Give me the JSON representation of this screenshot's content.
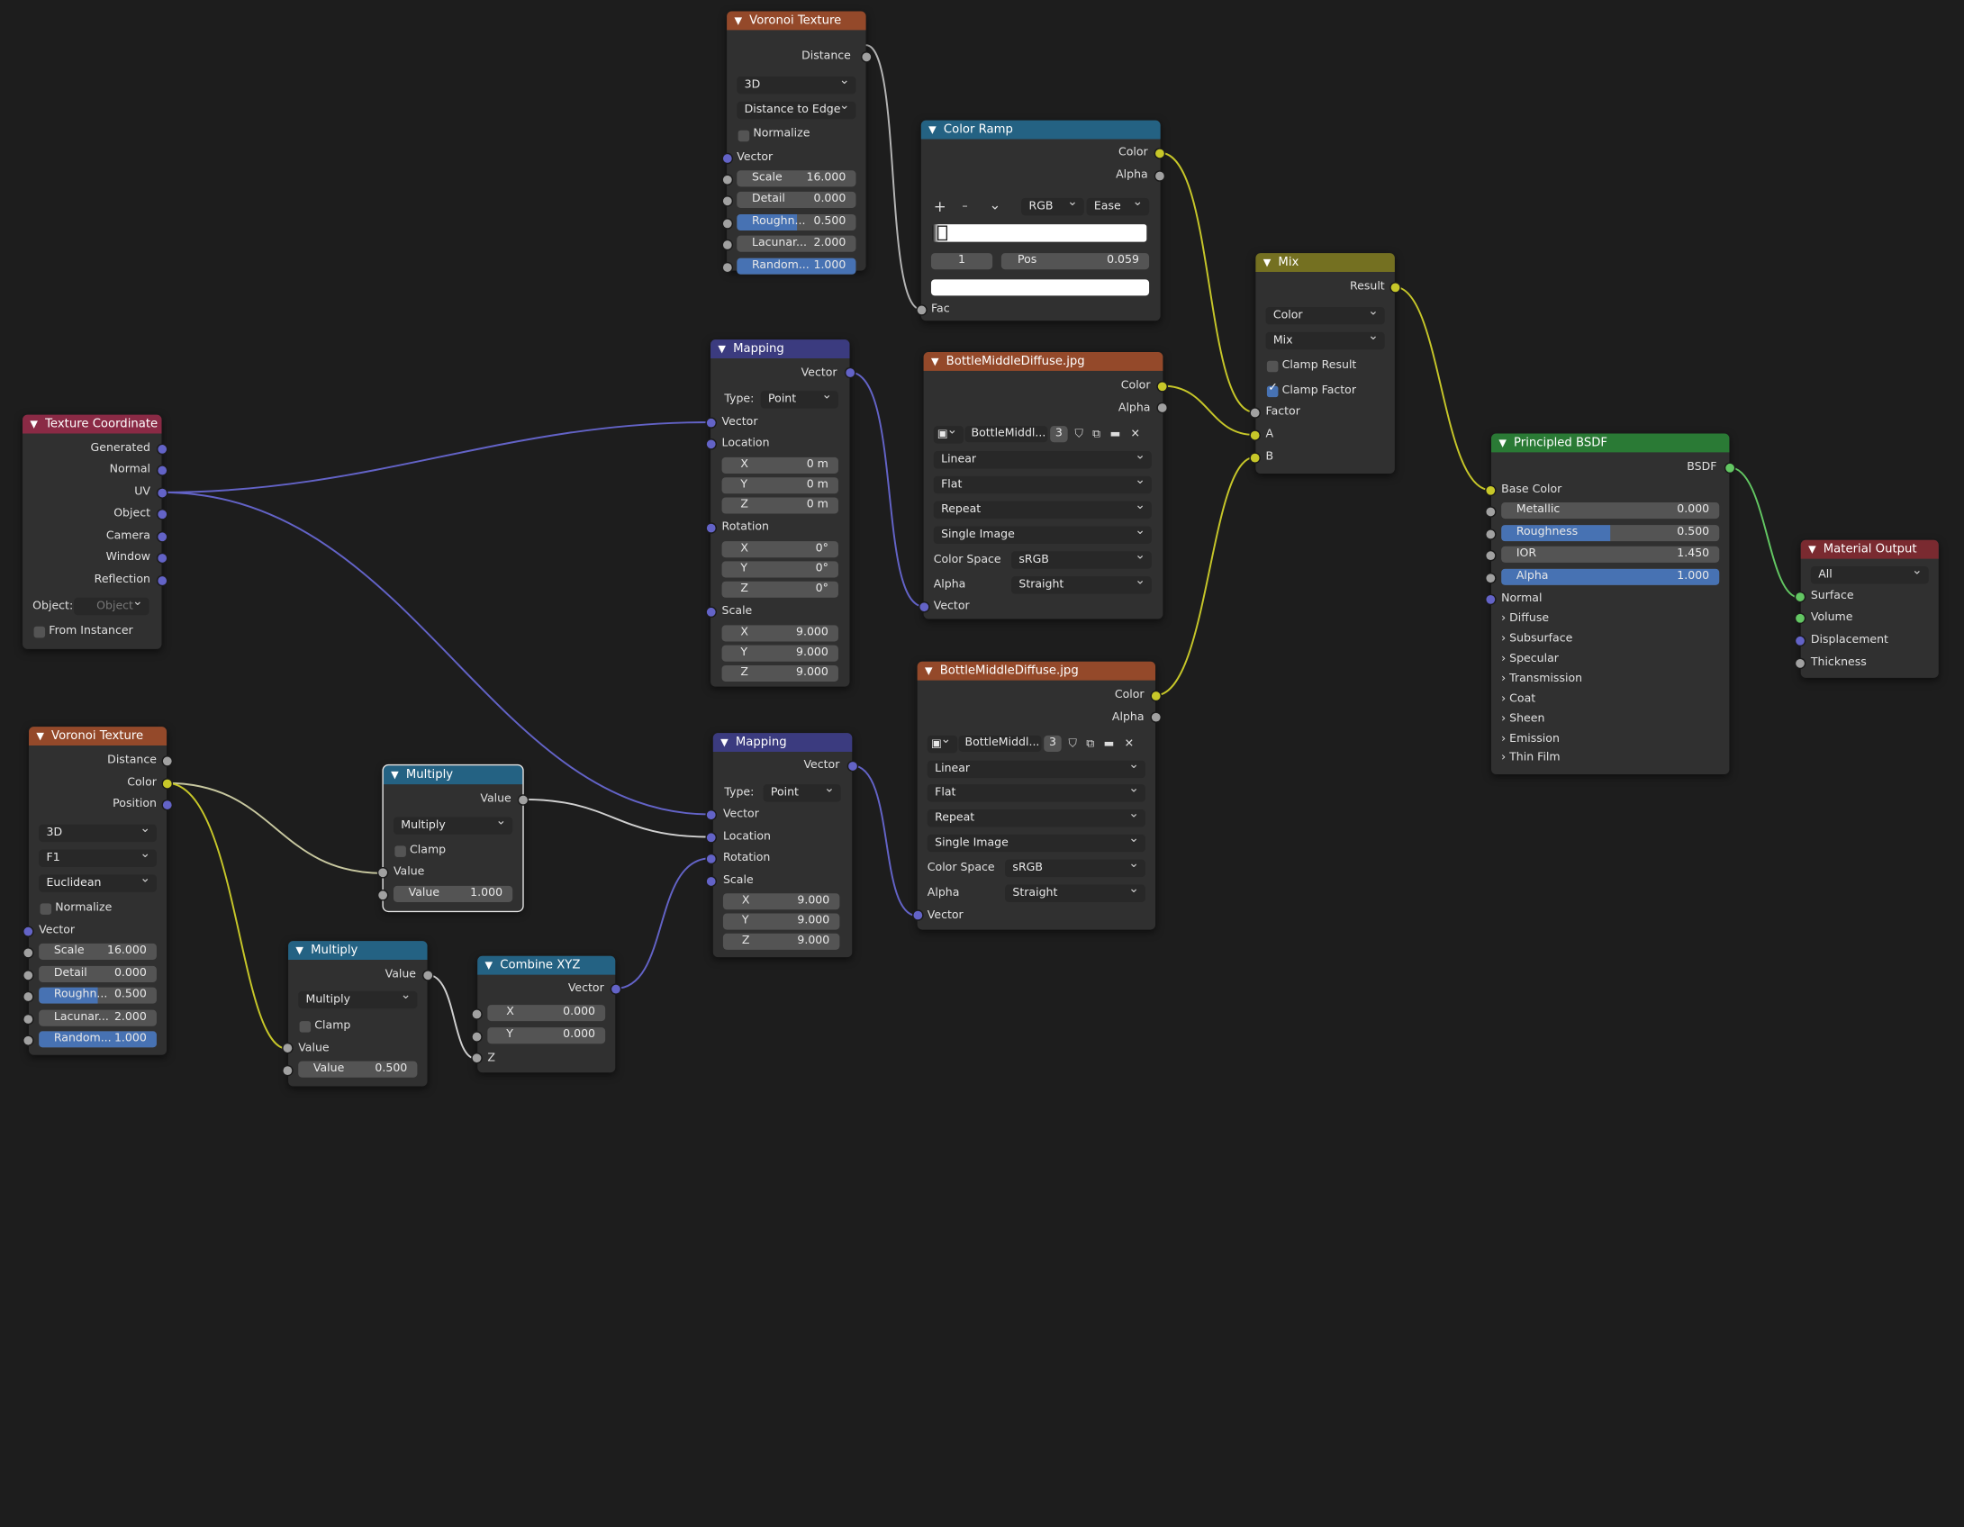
{
  "nodes": {
    "voronoi_top": {
      "title": "Voronoi Texture",
      "out_distance": "Distance",
      "dimensions": "3D",
      "feature": "Distance to Edge",
      "normalize": "Normalize",
      "in_vector": "Vector",
      "scale": {
        "label": "Scale",
        "value": "16.000"
      },
      "detail": {
        "label": "Detail",
        "value": "0.000"
      },
      "roughness": {
        "label": "Roughn...",
        "value": "0.500"
      },
      "lacunarity": {
        "label": "Lacunar...",
        "value": "2.000"
      },
      "randomness": {
        "label": "Random...",
        "value": "1.000"
      }
    },
    "color_ramp": {
      "title": "Color Ramp",
      "out_color": "Color",
      "out_alpha": "Alpha",
      "add": "+",
      "remove": "–",
      "menu": "⌄",
      "color_mode": "RGB",
      "interpolation": "Ease",
      "stop_index": "1",
      "pos_label": "Pos",
      "pos_value": "0.059",
      "in_fac": "Fac"
    },
    "mix": {
      "title": "Mix",
      "out_result": "Result",
      "data_type": "Color",
      "blend_mode": "Mix",
      "clamp_result": "Clamp Result",
      "clamp_factor": "Clamp Factor",
      "in_factor": "Factor",
      "in_a": "A",
      "in_b": "B"
    },
    "mapping_top": {
      "title": "Mapping",
      "out_vector": "Vector",
      "type_label": "Type:",
      "type_value": "Point",
      "in_vector": "Vector",
      "location": "Location",
      "loc_x": {
        "label": "X",
        "value": "0 m"
      },
      "loc_y": {
        "label": "Y",
        "value": "0 m"
      },
      "loc_z": {
        "label": "Z",
        "value": "0 m"
      },
      "rotation": "Rotation",
      "rot_x": {
        "label": "X",
        "value": "0°"
      },
      "rot_y": {
        "label": "Y",
        "value": "0°"
      },
      "rot_z": {
        "label": "Z",
        "value": "0°"
      },
      "scale": "Scale",
      "sc_x": {
        "label": "X",
        "value": "9.000"
      },
      "sc_y": {
        "label": "Y",
        "value": "9.000"
      },
      "sc_z": {
        "label": "Z",
        "value": "9.000"
      }
    },
    "image_top": {
      "title": "BottleMiddleDiffuse.jpg",
      "out_color": "Color",
      "out_alpha": "Alpha",
      "image_name": "BottleMiddl...",
      "users": "3",
      "interpolation": "Linear",
      "projection": "Flat",
      "extension": "Repeat",
      "source": "Single Image",
      "color_space_label": "Color Space",
      "color_space": "sRGB",
      "alpha_label": "Alpha",
      "alpha_mode": "Straight",
      "in_vector": "Vector"
    },
    "image_bottom": {
      "title": "BottleMiddleDiffuse.jpg",
      "out_color": "Color",
      "out_alpha": "Alpha",
      "image_name": "BottleMiddl...",
      "users": "3",
      "interpolation": "Linear",
      "projection": "Flat",
      "extension": "Repeat",
      "source": "Single Image",
      "color_space_label": "Color Space",
      "color_space": "sRGB",
      "alpha_label": "Alpha",
      "alpha_mode": "Straight",
      "in_vector": "Vector"
    },
    "texcoord": {
      "title": "Texture Coordinate",
      "outputs": [
        "Generated",
        "Normal",
        "UV",
        "Object",
        "Camera",
        "Window",
        "Reflection"
      ],
      "object_label": "Object:",
      "object_placeholder": "Object",
      "from_instancer": "From Instancer"
    },
    "principled": {
      "title": "Principled BSDF",
      "out_bsdf": "BSDF",
      "base_color": "Base Color",
      "metallic": {
        "label": "Metallic",
        "value": "0.000"
      },
      "roughness": {
        "label": "Roughness",
        "value": "0.500"
      },
      "ior": {
        "label": "IOR",
        "value": "1.450"
      },
      "alpha": {
        "label": "Alpha",
        "value": "1.000"
      },
      "normal": "Normal",
      "panels": [
        "Diffuse",
        "Subsurface",
        "Specular",
        "Transmission",
        "Coat",
        "Sheen",
        "Emission",
        "Thin Film"
      ]
    },
    "material_output": {
      "title": "Material Output",
      "target": "All",
      "inputs": [
        "Surface",
        "Volume",
        "Displacement",
        "Thickness"
      ]
    },
    "voronoi_bottom": {
      "title": "Voronoi Texture",
      "out_distance": "Distance",
      "out_color": "Color",
      "out_position": "Position",
      "dimensions": "3D",
      "feature": "F1",
      "metric": "Euclidean",
      "normalize": "Normalize",
      "in_vector": "Vector",
      "scale": {
        "label": "Scale",
        "value": "16.000"
      },
      "detail": {
        "label": "Detail",
        "value": "0.000"
      },
      "roughness": {
        "label": "Roughn...",
        "value": "0.500"
      },
      "lacunarity": {
        "label": "Lacunar...",
        "value": "2.000"
      },
      "randomness": {
        "label": "Random...",
        "value": "1.000"
      }
    },
    "multiply_top": {
      "title": "Multiply",
      "out_value": "Value",
      "operation": "Multiply",
      "clamp": "Clamp",
      "in_value": "Value",
      "value_field": {
        "label": "Value",
        "value": "1.000"
      }
    },
    "multiply_bottom": {
      "title": "Multiply",
      "out_value": "Value",
      "operation": "Multiply",
      "clamp": "Clamp",
      "in_value": "Value",
      "value_field": {
        "label": "Value",
        "value": "0.500"
      }
    },
    "combine_xyz": {
      "title": "Combine XYZ",
      "out_vector": "Vector",
      "x": {
        "label": "X",
        "value": "0.000"
      },
      "y": {
        "label": "Y",
        "value": "0.000"
      },
      "in_z": "Z"
    },
    "mapping_bottom": {
      "title": "Mapping",
      "out_vector": "Vector",
      "type_label": "Type:",
      "type_value": "Point",
      "in_vector": "Vector",
      "location": "Location",
      "rotation": "Rotation",
      "scale": "Scale",
      "sc_x": {
        "label": "X",
        "value": "9.000"
      },
      "sc_y": {
        "label": "Y",
        "value": "9.000"
      },
      "sc_z": {
        "label": "Z",
        "value": "9.000"
      }
    }
  },
  "fills": {
    "roughness_voronoi": 0.5,
    "randomness_voronoi": 1.0,
    "roughness_principled": 0.5,
    "alpha_principled": 1.0
  },
  "colors": {
    "wire_color": "#c7c729",
    "wire_float": "#a1a1a1",
    "wire_vector": "#6363c7",
    "wire_shader": "#63c763",
    "accent": "#4772b3"
  }
}
